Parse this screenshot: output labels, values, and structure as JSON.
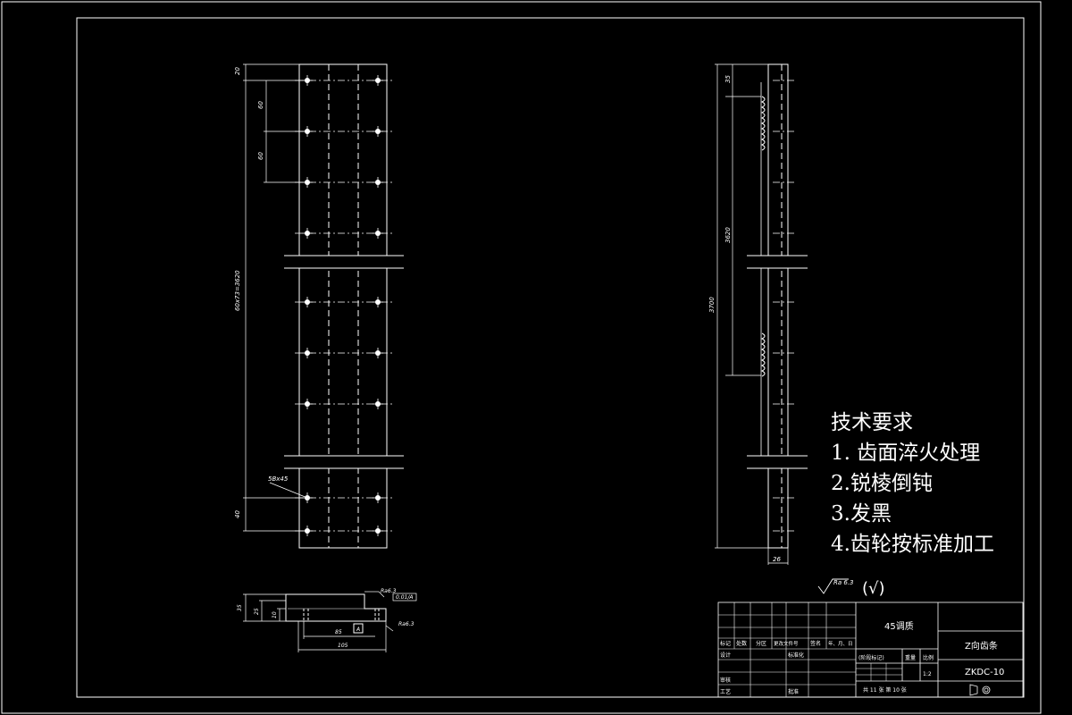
{
  "tech_requirements": {
    "title": "技术要求",
    "items": [
      "1. 齿面淬火处理",
      "2.锐棱倒钝",
      "3.发黑",
      "4.齿轮按标准加工"
    ]
  },
  "left_view": {
    "dims": [
      "20",
      "60",
      "60",
      "60x73=3620",
      "5Bx45",
      "40"
    ]
  },
  "right_view": {
    "dims": [
      "35",
      "3620",
      "3700",
      "26"
    ]
  },
  "section_view": {
    "dims": [
      "35",
      "25",
      "10",
      "85",
      "105"
    ],
    "roughness_labels": [
      "Ra6.3",
      "Ra6.3"
    ],
    "gdt_label": "0.01/A",
    "datum": "A"
  },
  "surface_finish": {
    "symbol_text": "Ra 6.3",
    "paren_text": "(√)"
  },
  "title_block": {
    "material": "45调质",
    "drawing_title": "Z向齿条",
    "drawing_no": "ZKDC-10",
    "scale_header": "比例",
    "weight_header": "重量",
    "scale_value": "1:2",
    "mark_label": "(阶段标记)",
    "sheets_text": "共 11 张    第 10 张",
    "change_headers": [
      "标记",
      "处数",
      "分区",
      "更改文件号",
      "签名",
      "年、月、日"
    ],
    "designer_label": "设计",
    "standard_label": "标准化",
    "reviewer_label": "审核",
    "process_label": "工艺",
    "approve_label": "批准"
  },
  "colors": {
    "line": "#ffffff",
    "background": "#000000"
  }
}
